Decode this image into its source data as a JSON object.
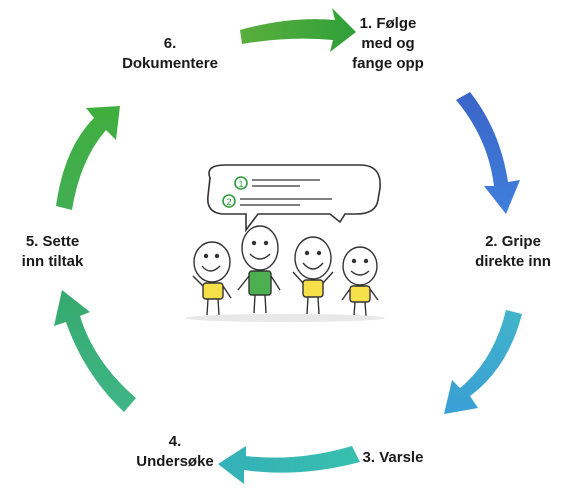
{
  "cycle": {
    "steps": [
      {
        "lines": [
          "1. Følge",
          "med og",
          "fange opp"
        ],
        "color": "#3aa83a"
      },
      {
        "lines": [
          "2. Gripe",
          "direkte inn"
        ],
        "color": "#3a6fd0"
      },
      {
        "lines": [
          "3. Varsle"
        ],
        "color": "#3cb0cf"
      },
      {
        "lines": [
          "4.",
          "Undersøke"
        ],
        "color": "#33b6a0"
      },
      {
        "lines": [
          "5. Sette",
          "inn tiltak"
        ],
        "color": "#3aa86a"
      },
      {
        "lines": [
          "6.",
          "Dokumentere"
        ],
        "color": "#48ad3a"
      }
    ]
  },
  "illustration": {
    "bubble_numbers": [
      "1",
      "2"
    ],
    "shirt_color": "#f5e04a",
    "accent_shirt_color": "#4caf50"
  }
}
